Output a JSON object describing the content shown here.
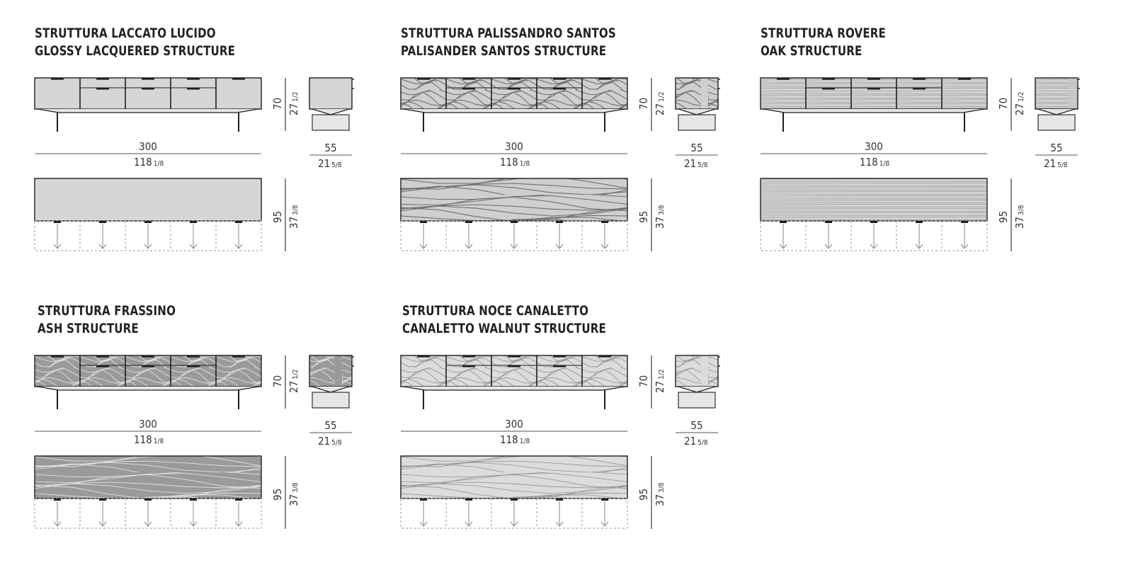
{
  "colors": {
    "line": "#1e1e1e",
    "dim_line": "#555555",
    "dashed": "#999999",
    "lacquer_fill": "#d6d6d6",
    "lacquer_stroke": "#3a3a3a",
    "plinth_fill": "#e6e6e6",
    "grain_light": "#f2f2f2",
    "grain_dark": "#555555"
  },
  "dimensions": {
    "width_cm": "300",
    "width_in_whole": "118",
    "width_in_frac": "1/8",
    "height_cm": "70",
    "height_in_whole": "27",
    "height_in_frac": "1/2",
    "depth_cm": "55",
    "depth_in_whole": "21",
    "depth_in_frac": "5/8",
    "top_cm": "95",
    "top_in_whole": "37",
    "top_in_frac": "3/8"
  },
  "variants": [
    {
      "id": "lacquered",
      "title_it": "STRUTTURA LACCATO LUCIDO",
      "title_en": "GLOSSY LACQUERED STRUCTURE",
      "finish": "plain"
    },
    {
      "id": "palisander",
      "title_it": "STRUTTURA PALISSANDRO SANTOS",
      "title_en": "PALISANDER SANTOS STRUCTURE",
      "finish": "wood-medium"
    },
    {
      "id": "oak",
      "title_it": "STRUTTURA ROVERE",
      "title_en": "OAK STRUCTURE",
      "finish": "wood-straight"
    },
    {
      "id": "ash",
      "title_it": "STRUTTURA FRASSINO",
      "title_en": "ASH STRUCTURE",
      "finish": "wood-dark"
    },
    {
      "id": "walnut",
      "title_it": "STRUTTURA NOCE CANALETTO",
      "title_en": "CANALETTO WALNUT STRUCTURE",
      "finish": "wood-light"
    }
  ]
}
